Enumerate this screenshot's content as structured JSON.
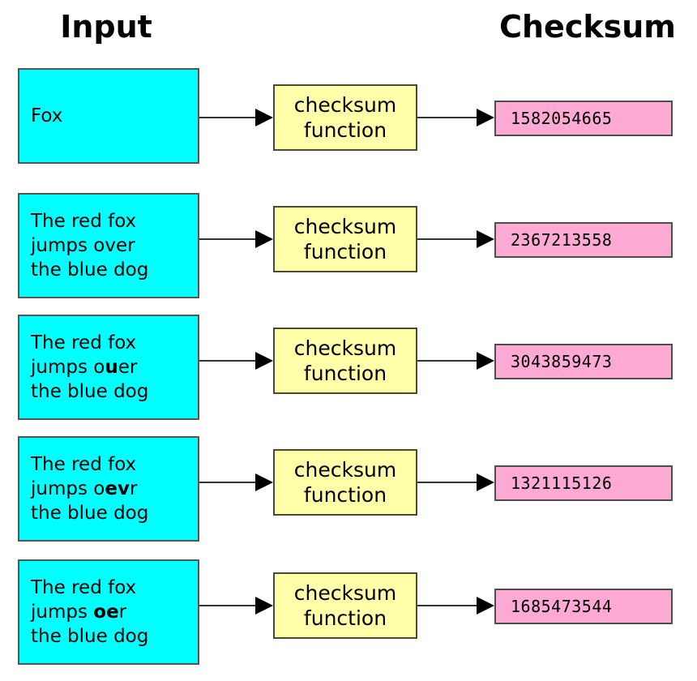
{
  "headers": {
    "input": "Input",
    "checksum": "Checksum"
  },
  "function_label": "checksum\nfunction",
  "rows": [
    {
      "input_plain": "Fox",
      "input_html": "Fox",
      "function": "checksum\nfunction",
      "checksum": "1582054665"
    },
    {
      "input_plain": "The red fox\njumps over\nthe blue dog",
      "input_html": "The red fox<br>jumps over<br>the blue dog",
      "function": "checksum\nfunction",
      "checksum": "2367213558"
    },
    {
      "input_plain": "The red fox\njumps ouer\nthe blue dog",
      "input_html": "The red fox<br>jumps o<b>u</b>er<br>the blue dog",
      "function": "checksum\nfunction",
      "checksum": "3043859473"
    },
    {
      "input_plain": "The red fox\njumps oevr\nthe blue dog",
      "input_html": "The red fox<br>jumps o<b>ev</b>r<br>the blue dog",
      "function": "checksum\nfunction",
      "checksum": "1321115126"
    },
    {
      "input_plain": "The red fox\njumps oer\nthe blue dog",
      "input_html": "The red fox<br>jumps <b>oe</b>r<br>the blue dog",
      "function": "checksum\nfunction",
      "checksum": "1685473544"
    }
  ],
  "colors": {
    "input_box": "#00ffff",
    "function_box": "#ffffaa",
    "checksum_box": "#ffaad4",
    "border": "#4d4d4d",
    "arrow": "#000000",
    "text": "#000000",
    "background": "#ffffff"
  },
  "layout": {
    "row_tops": [
      84,
      238,
      388,
      538,
      690
    ],
    "input_box_heights": [
      118,
      130,
      130,
      130,
      130
    ],
    "function_box_tops": [
      104,
      254,
      404,
      554,
      706
    ],
    "function_box_height": 82,
    "checksum_box_tops": [
      124,
      274,
      424,
      574,
      726
    ],
    "checksum_box_height": 44
  }
}
